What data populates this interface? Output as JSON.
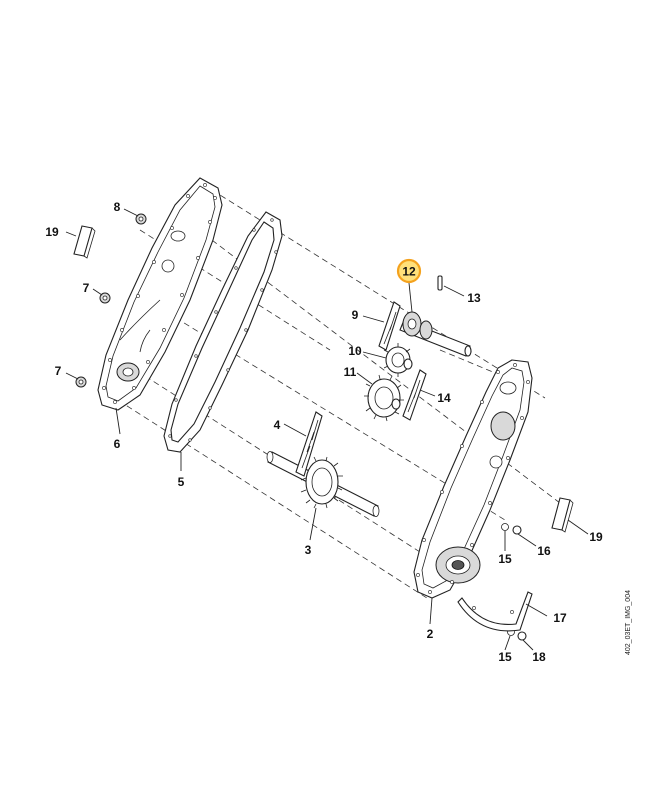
{
  "diagram": {
    "image_id": "402_03ET_IMG_004",
    "highlighted_callout": "12",
    "callouts": {
      "c2": "2",
      "c3": "3",
      "c4": "4",
      "c5": "5",
      "c6": "6",
      "c7a": "7",
      "c7b": "7",
      "c8": "8",
      "c9": "9",
      "c10": "10",
      "c11": "11",
      "c12": "12",
      "c13": "13",
      "c14": "14",
      "c15a": "15",
      "c15b": "15",
      "c16": "16",
      "c17": "17",
      "c18": "18",
      "c19a": "19",
      "c19b": "19"
    }
  }
}
